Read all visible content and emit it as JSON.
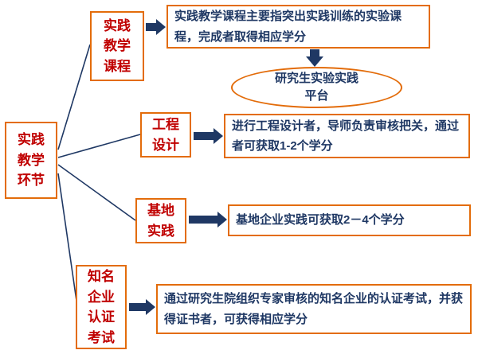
{
  "colors": {
    "accent_orange": "#E36C0A",
    "text_red": "#C00000",
    "text_navy": "#1F3864"
  },
  "root": {
    "label": "实践教学环节"
  },
  "branches": [
    {
      "label": "实践教学课程",
      "detail": "实践教学课程主要指突出实践训练的实验课程，完成者取得相应学分"
    },
    {
      "label": "工程设计",
      "detail": "进行工程设计者，导师负责审核把关，通过者可获取1-2个学分"
    },
    {
      "label": "基地实践",
      "detail": "基地企业实践可获取2－4个学分"
    },
    {
      "label": "知名企业认证考试",
      "detail": "通过研究生院组织专家审核的知名企业的认证考试，并获得证书者，可获得相应学分"
    }
  ],
  "platform_ellipse": {
    "label": "研究生实验实践平台"
  }
}
